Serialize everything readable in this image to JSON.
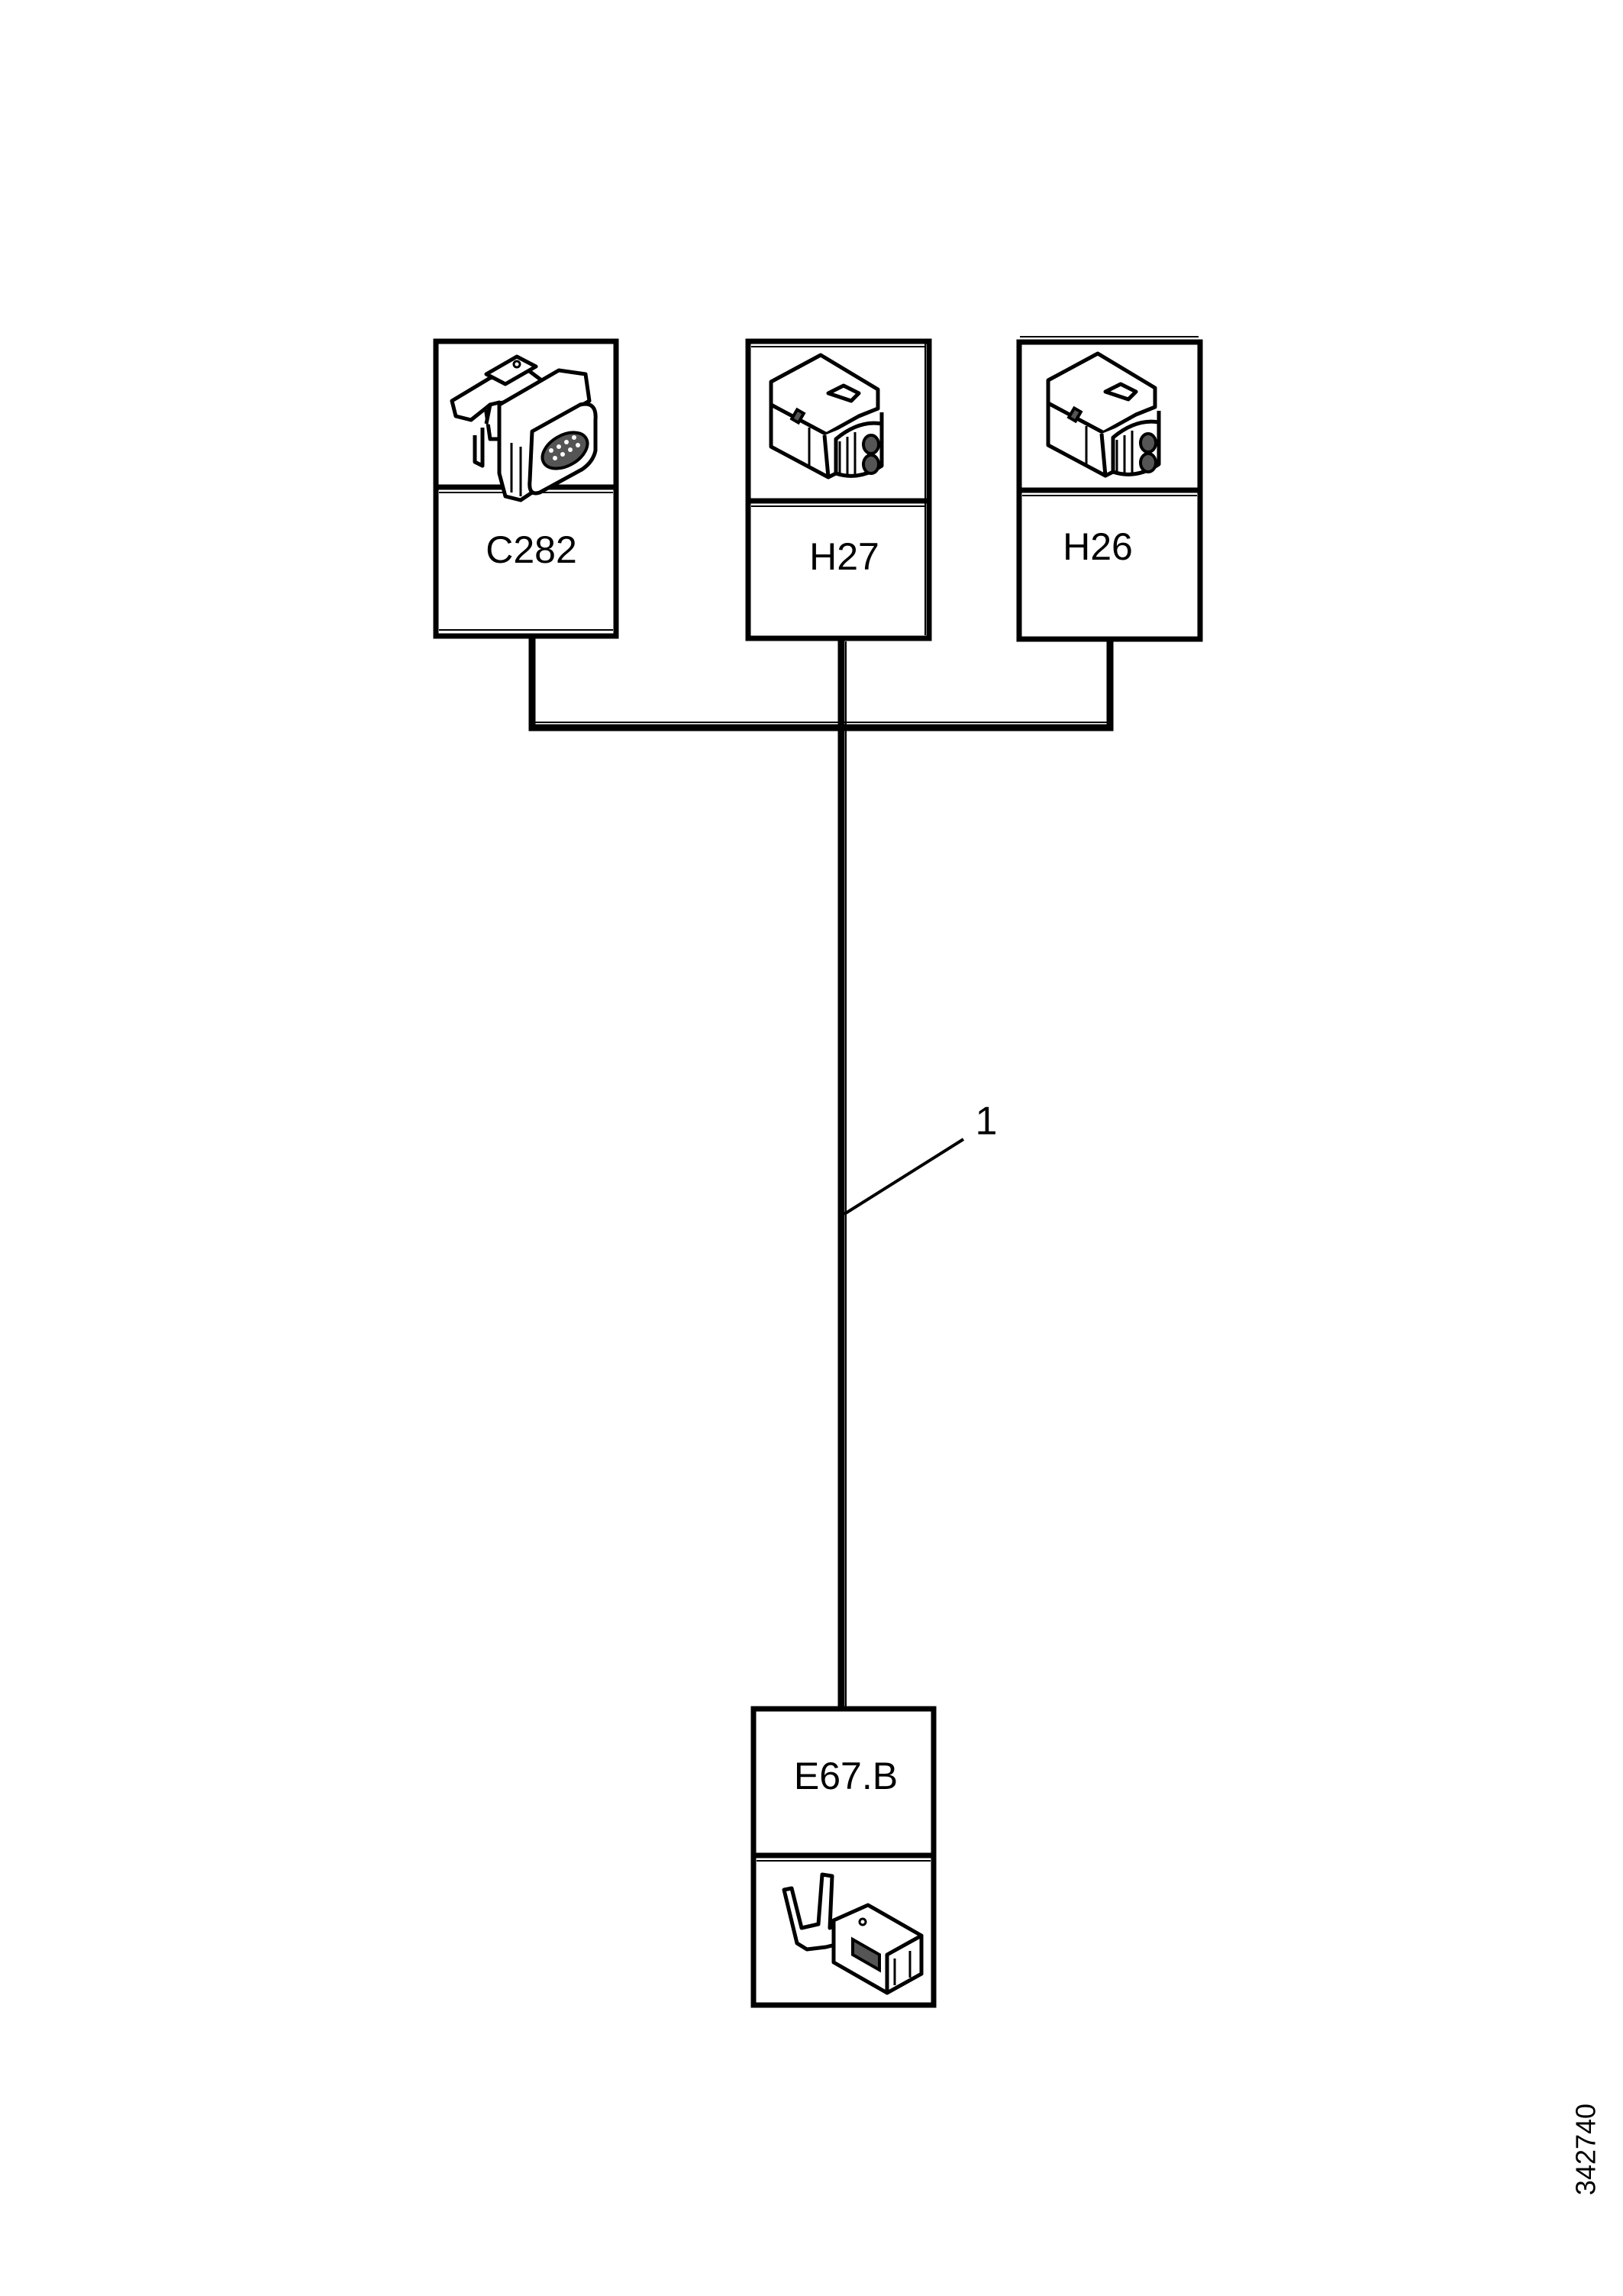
{
  "diagram": {
    "type": "wiring-harness",
    "connectors": [
      {
        "id": "C282",
        "label": "C282",
        "icon": "multi-pin-connector-icon",
        "position": "top"
      },
      {
        "id": "H27",
        "label": "H27",
        "icon": "two-pin-connector-icon",
        "position": "top"
      },
      {
        "id": "H26",
        "label": "H26",
        "icon": "two-pin-connector-icon",
        "position": "top"
      },
      {
        "id": "E67.B",
        "label": "E67.B",
        "icon": "crimp-terminal-icon",
        "position": "bottom"
      }
    ],
    "wires": [
      {
        "callout": "1",
        "from": [
          "C282",
          "H27",
          "H26"
        ],
        "to": "E67.B"
      }
    ],
    "figure_id": "342740"
  }
}
